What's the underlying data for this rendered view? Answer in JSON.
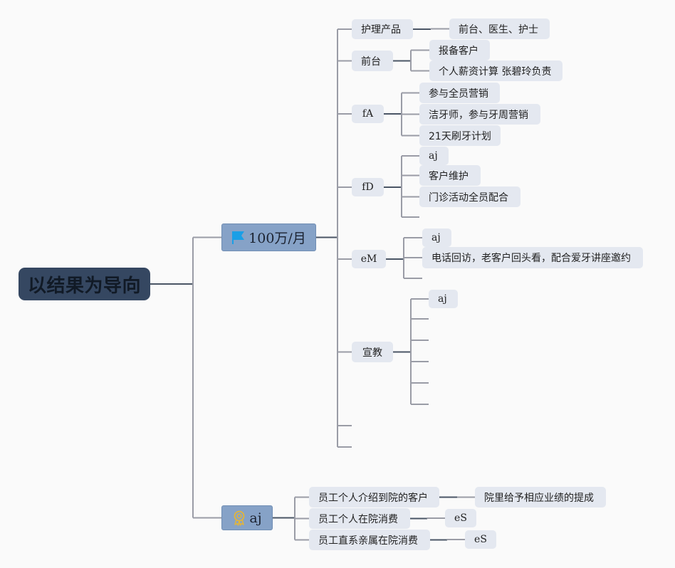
{
  "colors": {
    "background": "#fafafa",
    "root_fill": "#354761",
    "main_fill": "#86a2c7",
    "sub_fill": "#e4e8f0",
    "line_dark": "#4a5565",
    "line_light": "#9a9ca6",
    "flag_icon": "#1a9fe6",
    "award_icon": "#e3b53a"
  },
  "mindmap": {
    "root": {
      "label": "以结果为导向"
    },
    "branches": [
      {
        "label": "100万/月",
        "icon": "flag-icon",
        "children": [
          {
            "label": "护理产品",
            "children": [
              {
                "label": "前台、医生、护士"
              }
            ]
          },
          {
            "label": "前台",
            "children": [
              {
                "label": "报备客户"
              },
              {
                "label": "个人薪资计算 张碧玲负责"
              }
            ]
          },
          {
            "label": "fA",
            "children": [
              {
                "label": "参与全员营销"
              },
              {
                "label": "洁牙师，参与牙周营销"
              },
              {
                "label": "21天刷牙计划"
              }
            ]
          },
          {
            "label": "fD",
            "children": [
              {
                "label": "aj"
              },
              {
                "label": "客户维护"
              },
              {
                "label": "门诊活动全员配合"
              },
              {
                "label": ""
              }
            ]
          },
          {
            "label": "eM",
            "children": [
              {
                "label": "aj"
              },
              {
                "label": "电话回访，老客户回头看，配合爱牙讲座邀约"
              },
              {
                "label": ""
              }
            ]
          },
          {
            "label": "宣教",
            "children": [
              {
                "label": "aj"
              },
              {
                "label": ""
              },
              {
                "label": ""
              },
              {
                "label": ""
              },
              {
                "label": ""
              },
              {
                "label": ""
              }
            ]
          },
          {
            "label": ""
          },
          {
            "label": ""
          }
        ]
      },
      {
        "label": "aj",
        "icon": "award-icon",
        "children": [
          {
            "label": "员工个人介绍到院的客户",
            "children": [
              {
                "label": "院里给予相应业绩的提成"
              }
            ]
          },
          {
            "label": "员工个人在院消费",
            "children": [
              {
                "label": "eS"
              }
            ]
          },
          {
            "label": "员工直系亲属在院消费",
            "children": [
              {
                "label": "eS"
              }
            ]
          }
        ]
      }
    ]
  }
}
